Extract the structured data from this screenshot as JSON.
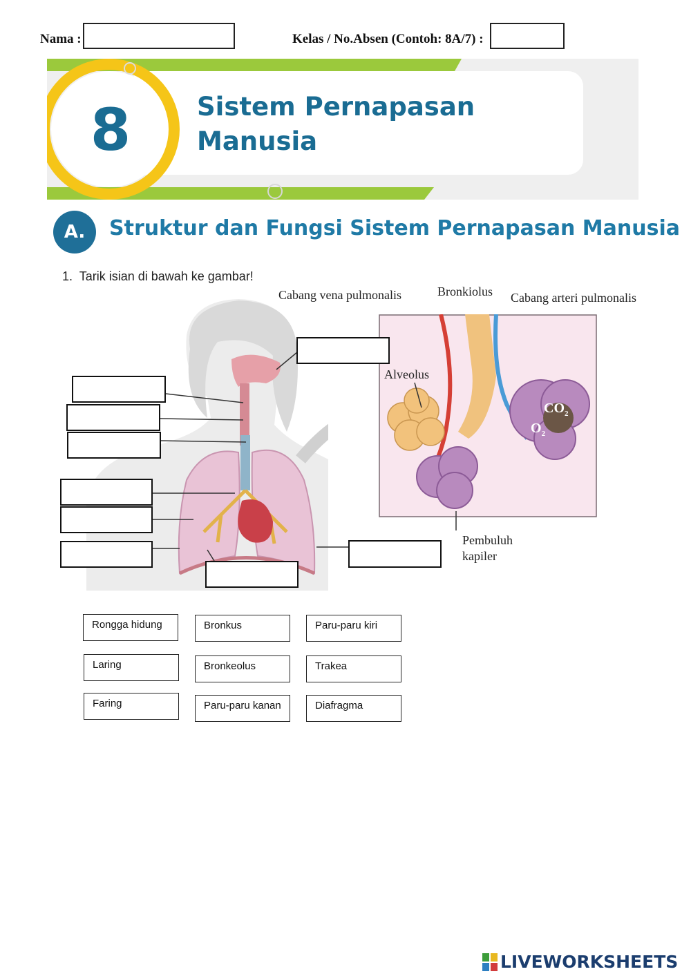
{
  "header": {
    "name_label": "Nama :",
    "class_label": "Kelas / No.Absen (Contoh: 8A/7) :",
    "name_value": "",
    "class_value": ""
  },
  "banner": {
    "chapter_number": "8",
    "title_line1": "Sistem Pernapasan",
    "title_line2": "Manusia",
    "accent_green": "#9bc93c",
    "accent_yellow": "#f5c518",
    "title_color": "#1a6c93"
  },
  "section": {
    "badge": "A.",
    "title": "Struktur dan Fungsi Sistem Pernapasan Manusia",
    "badge_color": "#1f6f98"
  },
  "question": {
    "instruction": "1.  Tarik isian di bawah ke gambar!"
  },
  "diagram": {
    "annotations": {
      "vena": "Cabang vena pulmonalis",
      "bronkiolus": "Bronkiolus",
      "arteri": "Cabang arteri pulmonalis",
      "alveolus": "Alveolus",
      "co2": "CO",
      "co2_sub": "2",
      "o2": "O",
      "o2_sub": "2",
      "kapiler_line1": "Pembuluh",
      "kapiler_line2": "kapiler"
    },
    "answer_slots": [
      "",
      "",
      "",
      "",
      "",
      "",
      "",
      "",
      "",
      ""
    ]
  },
  "options": [
    [
      "Rongga hidung",
      "Bronkus",
      "Paru-paru kiri"
    ],
    [
      "Laring",
      "Bronkeolus",
      "Trakea"
    ],
    [
      "Faring",
      "Paru-paru kanan",
      "Diafragma"
    ]
  ],
  "footer": {
    "brand": "LIVEWORKSHEETS",
    "brand_color": "#1b3d6e"
  }
}
